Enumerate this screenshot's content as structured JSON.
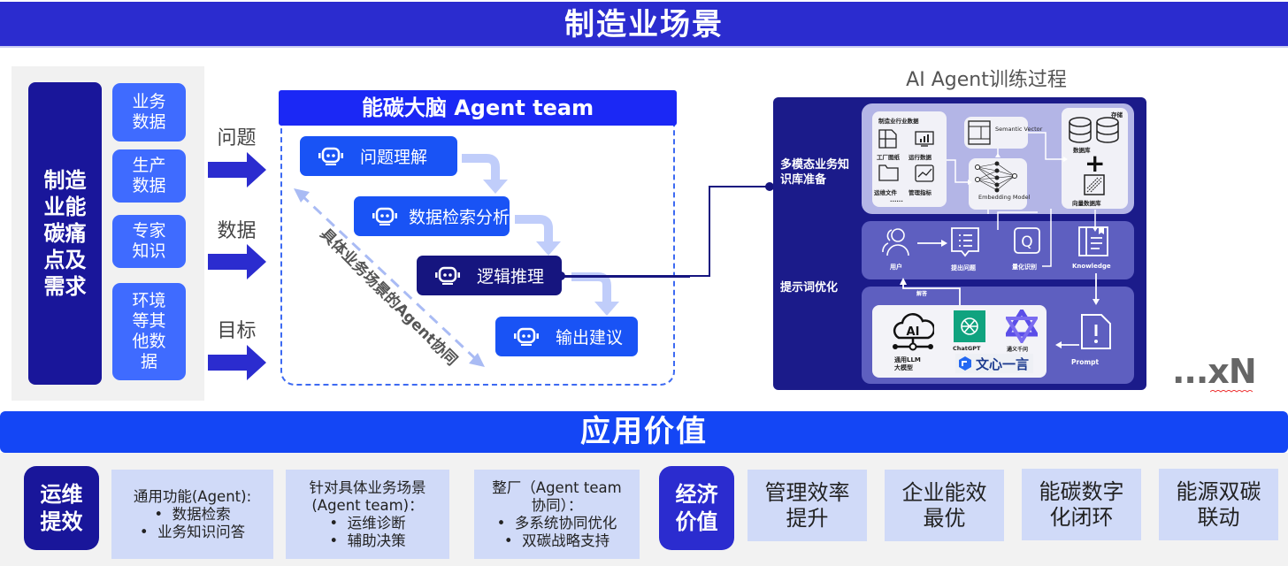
{
  "header": {
    "title": "制造业场景"
  },
  "scenario": {
    "pain_point": "制造业能碳痛点及需求",
    "sources": [
      "业务数据",
      "生产数据",
      "专家知识",
      "环境等其他数据"
    ],
    "inputs": [
      "问题",
      "数据",
      "目标"
    ]
  },
  "agent_team": {
    "title": "能碳大脑 Agent team",
    "agents": [
      {
        "label": "问题理解",
        "icon": "robot-icon"
      },
      {
        "label": "数据检索分析",
        "icon": "robot-icon"
      },
      {
        "label": "逻辑推理",
        "icon": "robot-icon"
      },
      {
        "label": "输出建议",
        "icon": "robot-icon"
      }
    ],
    "collaboration_label": "具体业务场景的Agent协同"
  },
  "training": {
    "title": "AI Agent训练过程",
    "stage_labels": [
      "多模态业务知识库准备",
      "提示词优化"
    ],
    "kb": {
      "industry_data_title": "制造业行业数据",
      "industry_items": [
        "工厂图纸",
        "运行数据",
        "运维文件",
        "管理指标"
      ],
      "ellipsis": "......",
      "semantic_vector": "Semantic Vector",
      "embedding_model": "Embedding Model",
      "storage_title": "存储",
      "database": "数据库",
      "vector_db": "向量数据库",
      "plus": "+"
    },
    "prompt_flow": {
      "user": "用户",
      "question": "提出问题",
      "quantify": "量化识别",
      "knowledge": "Knowledge",
      "prompt": "Prompt",
      "answer": "解答"
    },
    "llm": {
      "general": "通用LLM大模型",
      "ai_badge": "AI",
      "chatgpt": "ChatGPT",
      "tongyi": "通义千问",
      "wenxin": "文心一言"
    },
    "repeat": "...xN"
  },
  "value": {
    "title": "应用价值",
    "categories": [
      {
        "label": "运维提效",
        "items": [
          {
            "heading": "通用功能(Agent):",
            "bullets": [
              "数据检索",
              "业务知识问答"
            ]
          },
          {
            "heading": "针对具体业务场景(Agent team)：",
            "bullets": [
              "运维诊断",
              "辅助决策"
            ]
          },
          {
            "heading": "整厂（Agent team协同）：",
            "bullets": [
              "多系统协同优化",
              "双碳战略支持"
            ]
          }
        ]
      },
      {
        "label": "经济价值",
        "items": [
          "管理效率提升",
          "企业能效最优",
          "能碳数字化闭环",
          "能源双碳联动"
        ]
      }
    ]
  },
  "colors": {
    "header_bg": "#2b2ccf",
    "value_header_bg": "#1446f5",
    "dark_navy": "#19169a",
    "agent_blue": "#1953f5",
    "source_blue": "#3f6bff",
    "value_card": "#d0daf8"
  }
}
